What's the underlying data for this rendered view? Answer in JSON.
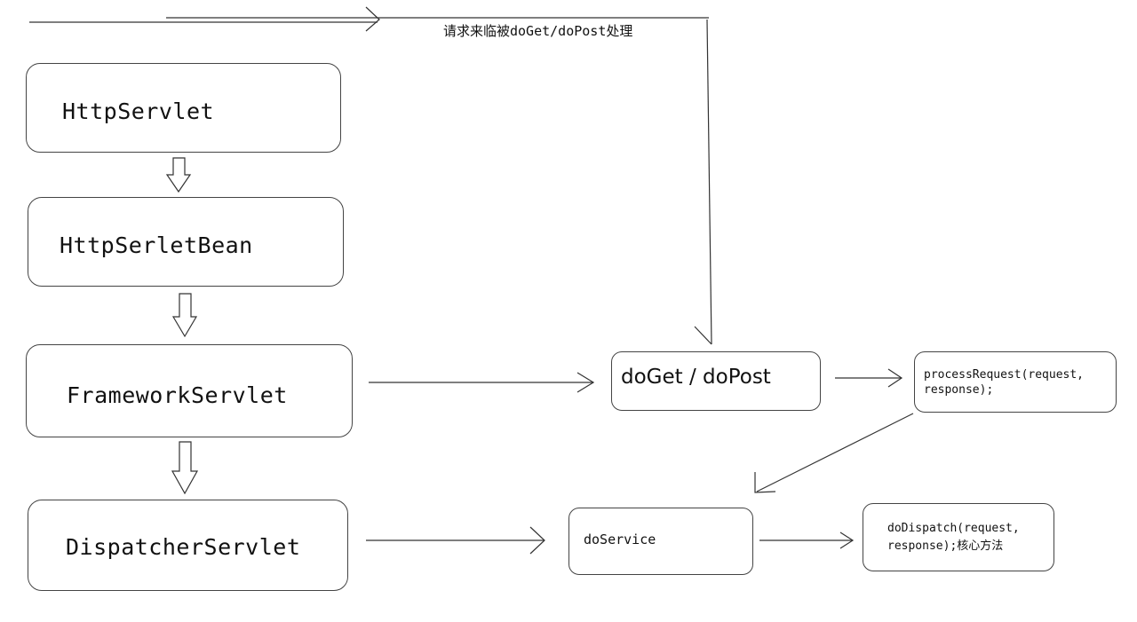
{
  "annotation": "请求来临被doGet/doPost处理",
  "hierarchy": [
    "HttpServlet",
    "HttpSerletBean",
    "FrameworkServlet",
    "DispatcherServlet"
  ],
  "flow": {
    "do_get_post": "doGet / doPost",
    "process_request": "processRequest(request, response);",
    "do_service": "doService",
    "do_dispatch": "doDispatch(request, response);核心方法"
  },
  "colors": {
    "line": "#333333",
    "box_border": "#444444",
    "background": "#ffffff"
  }
}
